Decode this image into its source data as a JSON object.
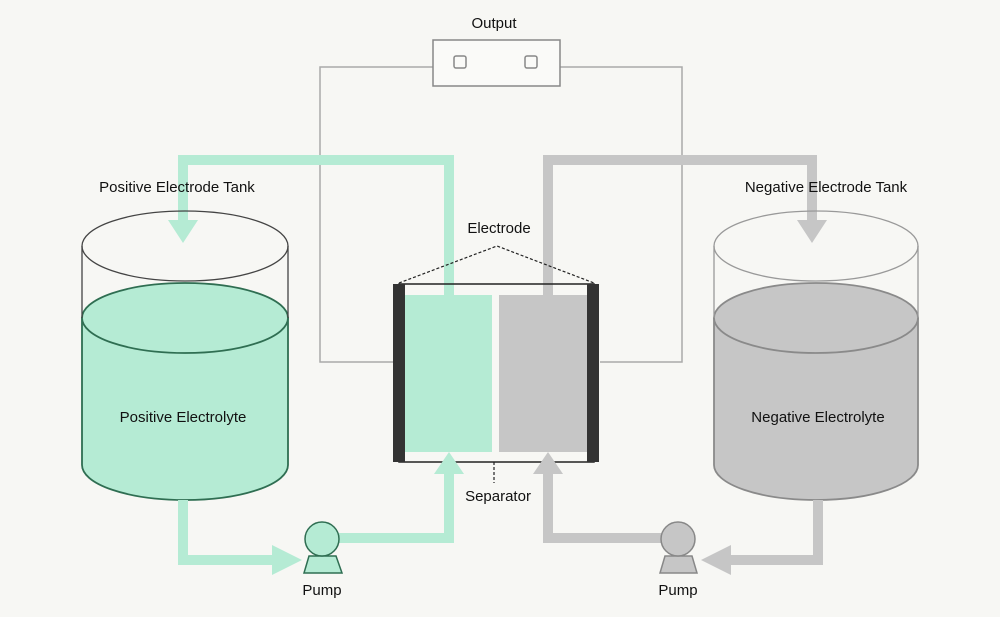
{
  "labels": {
    "output": "Output",
    "positive_tank": "Positive Electrode Tank",
    "negative_tank": "Negative Electrode Tank",
    "electrode": "Electrode",
    "separator": "Separator",
    "positive_electrolyte": "Positive Electrolyte",
    "negative_electrolyte": "Negative Electrolyte",
    "pump_left": "Pump",
    "pump_right": "Pump"
  },
  "colors": {
    "positive_fluid": "#b5ebd4",
    "positive_stroke": "#2f6e52",
    "negative_fluid": "#c6c6c6",
    "negative_stroke": "#8a8a8a",
    "electrode": "#333333",
    "wire": "#aaaaaa"
  }
}
